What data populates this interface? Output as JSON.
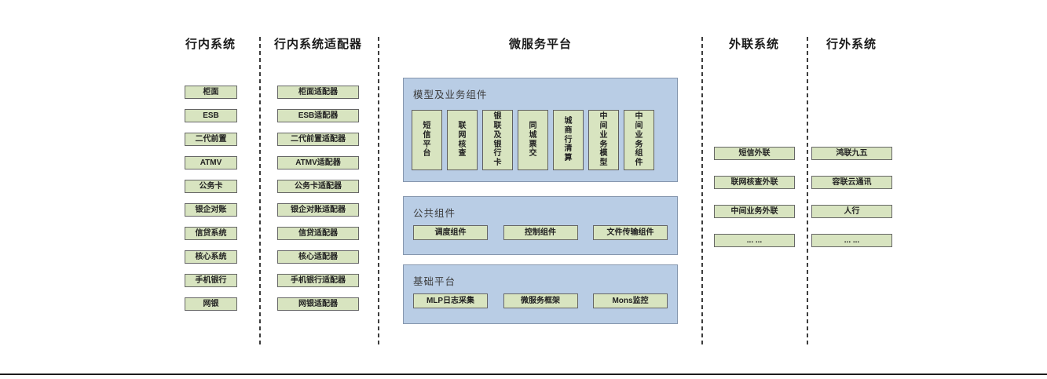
{
  "lanes": {
    "inbank": {
      "title": "行内系统",
      "boxes": [
        "柜面",
        "ESB",
        "二代前置",
        "ATMV",
        "公务卡",
        "银企对账",
        "信贷系统",
        "核心系统",
        "手机银行",
        "网银"
      ]
    },
    "adapters": {
      "title": "行内系统适配器",
      "boxes": [
        "柜面适配器",
        "ESB适配器",
        "二代前置适配器",
        "ATMV适配器",
        "公务卡适配器",
        "银企对账适配器",
        "信贷适配器",
        "核心适配器",
        "手机银行适配器",
        "网银适配器"
      ]
    },
    "platform": {
      "title": "微服务平台",
      "panels": [
        {
          "label": "模型及业务组件",
          "boxes": [
            "短信平台",
            "联网核查",
            "银联及银行卡",
            "同城票交",
            "城商行清算",
            "中间业务模型",
            "中间业务组件"
          ]
        },
        {
          "label": "公共组件",
          "boxes": [
            "调度组件",
            "控制组件",
            "文件传输组件"
          ]
        },
        {
          "label": "基础平台",
          "boxes": [
            "MLP日志采集",
            "微服务框架",
            "Mons监控"
          ]
        }
      ]
    },
    "external": {
      "title": "外联系统",
      "boxes": [
        "短信外联",
        "联网核查外联",
        "中间业务外联",
        "... ..."
      ]
    },
    "outside": {
      "title": "行外系统",
      "boxes": [
        "鸿联九五",
        "容联云通讯",
        "人行",
        "... ..."
      ]
    }
  },
  "colors": {
    "box_fill": "#d8e4c0",
    "box_border": "#666666",
    "panel_fill": "#b9cde5",
    "panel_border": "#8596ad",
    "dash_line": "#3d3d3d",
    "bottom_rule": "#1c1c1c"
  }
}
